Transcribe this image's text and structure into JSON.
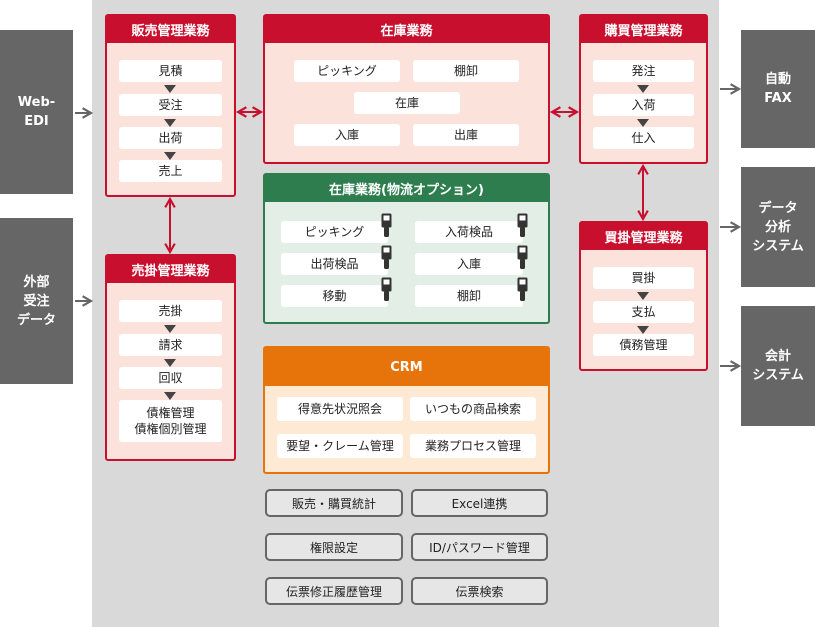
{
  "external_left": [
    {
      "label": "Web-\nEDI"
    },
    {
      "label": "外部\n受注\nデータ"
    }
  ],
  "external_right": [
    {
      "label": "自動\nFAX"
    },
    {
      "label": "データ\n分析\nシステム"
    },
    {
      "label": "会計\nシステム"
    }
  ],
  "sales": {
    "title": "販売管理業務",
    "steps": [
      "見積",
      "受注",
      "出荷",
      "売上"
    ]
  },
  "receivable": {
    "title": "売掛管理業務",
    "steps": [
      "売掛",
      "請求",
      "回収",
      "債権管理\n債権個別管理"
    ]
  },
  "inventory": {
    "title": "在庫業務",
    "items": [
      "ピッキング",
      "棚卸",
      "在庫",
      "入庫",
      "出庫"
    ]
  },
  "logistics": {
    "title": "在庫業務(物流オプション)",
    "items": [
      "ピッキング",
      "入荷検品",
      "出荷検品",
      "入庫",
      "移動",
      "棚卸"
    ],
    "device_icon": "handheld-terminal-icon"
  },
  "crm": {
    "title": "CRM",
    "items": [
      "得意先状況照会",
      "いつもの商品検索",
      "要望・クレーム管理",
      "業務プロセス管理"
    ]
  },
  "purchase": {
    "title": "購買管理業務",
    "steps": [
      "発注",
      "入荷",
      "仕入"
    ]
  },
  "payable": {
    "title": "買掛管理業務",
    "steps": [
      "買掛",
      "支払",
      "債務管理"
    ]
  },
  "utilities": [
    "販売・購買統計",
    "Excel連携",
    "権限設定",
    "ID/パスワード管理",
    "伝票修正履歴管理",
    "伝票検索"
  ],
  "colors": {
    "red": "#c8102e",
    "green": "#2e7d4f",
    "orange": "#e6740b",
    "external": "#666666",
    "panel": "#d9d9d9"
  }
}
